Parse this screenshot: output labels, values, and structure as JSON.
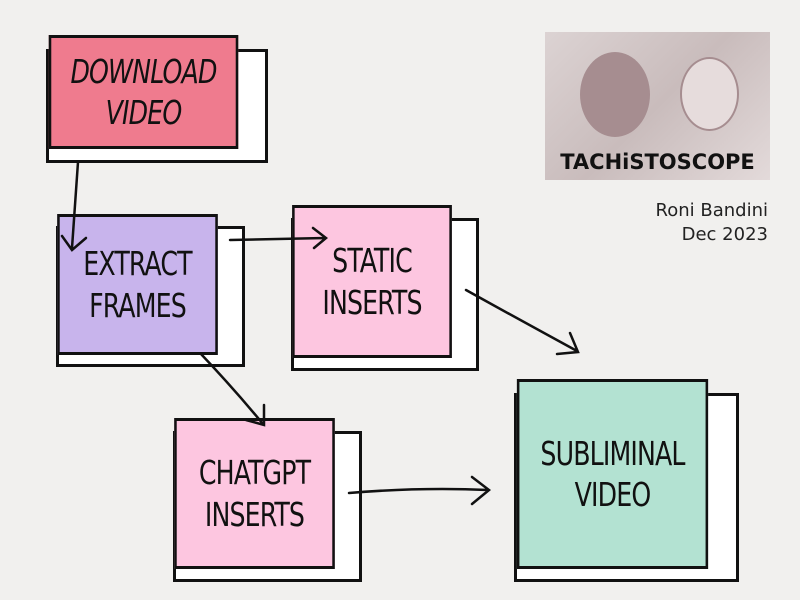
{
  "nodes": {
    "download": {
      "label": "DOWNLOAD\nVIDEO",
      "color": "#ef7b8e"
    },
    "extract": {
      "label": "EXTRACT\nFRAMES",
      "color": "#c8b4ec"
    },
    "static": {
      "label": "STATIC\nINSERTS",
      "color": "#fdc6e0"
    },
    "chatgpt": {
      "label": "CHATGPT\nINSERTS",
      "color": "#fdc6e0"
    },
    "subliminal": {
      "label": "SUBLIMINAL\nVIDEO",
      "color": "#b3e2d2"
    }
  },
  "logo": {
    "title": "TACHiSTOSCOPE"
  },
  "credit": {
    "author": "Roni Bandini",
    "date": "Dec 2023"
  }
}
